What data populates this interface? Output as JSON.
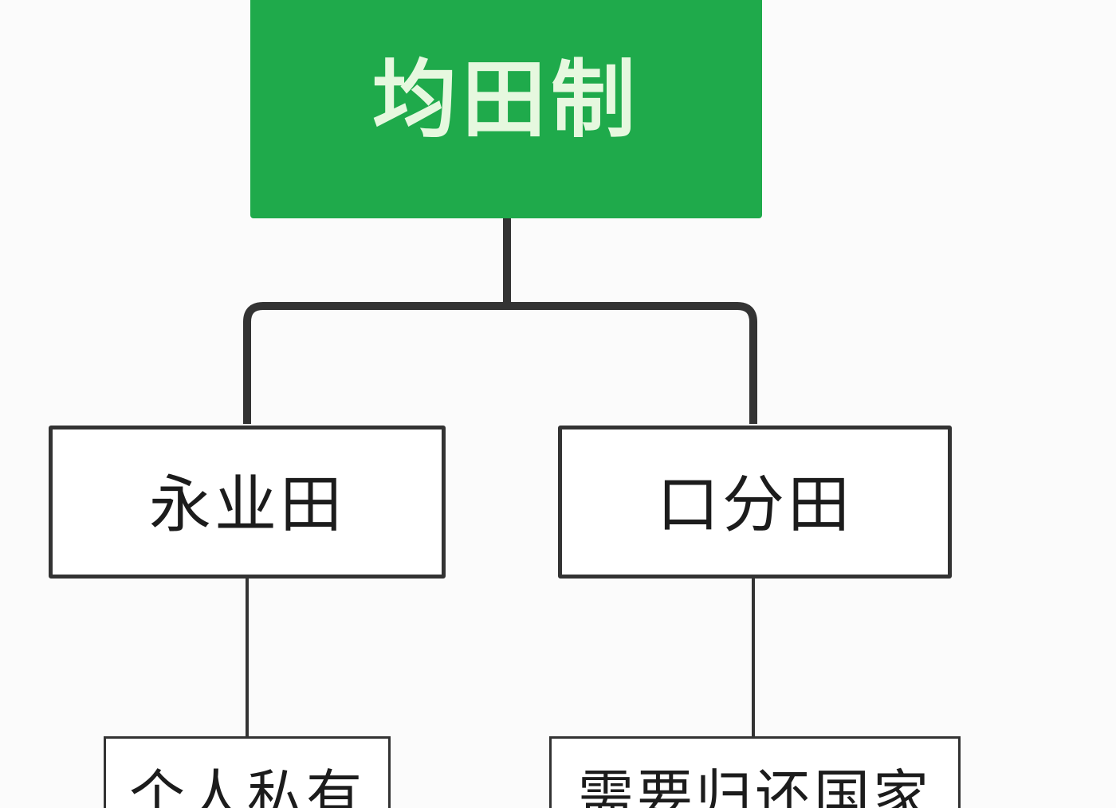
{
  "diagram": {
    "root": {
      "label": "均田制",
      "fill": "#1faa4b",
      "text_color": "#e6f8df"
    },
    "children": [
      {
        "label": "永业田",
        "leaf": "个人私有"
      },
      {
        "label": "口分田",
        "leaf": "需要归还国家"
      }
    ],
    "colors": {
      "connector": "#333333",
      "box_border": "#333333"
    }
  }
}
